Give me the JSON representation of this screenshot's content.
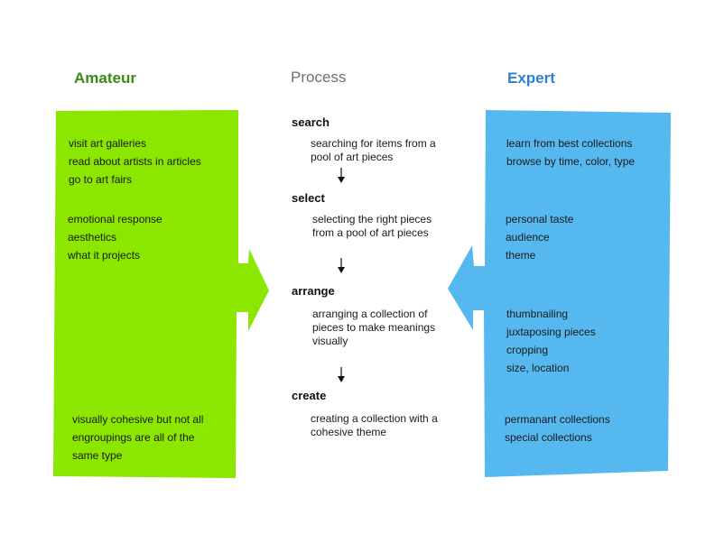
{
  "columns": {
    "amateur": {
      "title": "Amateur",
      "color": "#8be600",
      "groups": [
        [
          "visit art galleries",
          "read about artists in articles",
          "go to art fairs"
        ],
        [
          "emotional response",
          "aesthetics",
          "what it projects"
        ],
        [
          "visually cohesive but not all",
          "engroupings are all of the",
          "same type"
        ]
      ]
    },
    "process": {
      "title": "Process",
      "steps": [
        {
          "title": "search",
          "desc": [
            "searching for items from a",
            "pool of art pieces"
          ]
        },
        {
          "title": "select",
          "desc": [
            "selecting the right pieces",
            "from a pool of art pieces"
          ]
        },
        {
          "title": "arrange",
          "desc": [
            "arranging a collection of",
            "pieces to make meanings",
            "visually"
          ]
        },
        {
          "title": "create",
          "desc": [
            "creating a collection with a",
            "cohesive theme"
          ]
        }
      ]
    },
    "expert": {
      "title": "Expert",
      "color": "#55b8ef",
      "groups": [
        [
          "learn from best collections",
          "browse by time, color, type"
        ],
        [
          "personal taste",
          "audience",
          "theme"
        ],
        [
          "thumbnailing",
          "juxtaposing pieces",
          "cropping",
          "size, location"
        ],
        [
          "permanant collections",
          "special collections"
        ]
      ]
    }
  }
}
